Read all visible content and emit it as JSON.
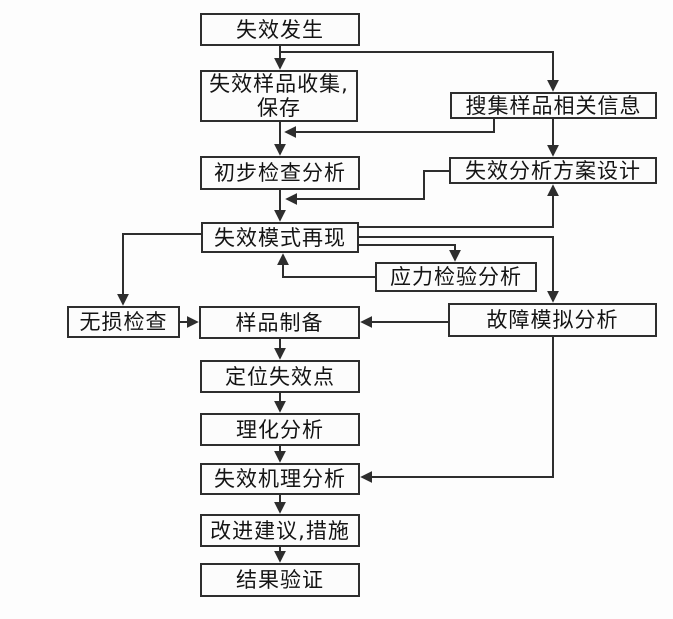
{
  "diagram": {
    "type": "flowchart",
    "language": "zh-CN",
    "colors": {
      "background": "#fdfdfd",
      "box_fill": "#fcfcfc",
      "box_border": "#2e2e2e",
      "line": "#2e2e2e",
      "text": "#141414"
    }
  },
  "nodes": [
    {
      "id": "failure-occurs",
      "label": "失效发生"
    },
    {
      "id": "sample-collection",
      "label": "失效样品收集,",
      "label2": "保存"
    },
    {
      "id": "collect-sample-info",
      "label": "搜集样品相关信息"
    },
    {
      "id": "preliminary-inspection",
      "label": "初步检查分析"
    },
    {
      "id": "analysis-plan-design",
      "label": "失效分析方案设计"
    },
    {
      "id": "failure-mode-reproduction",
      "label": "失效模式再现"
    },
    {
      "id": "stress-test-analysis",
      "label": "应力检验分析"
    },
    {
      "id": "nondestructive-inspection",
      "label": "无损检查"
    },
    {
      "id": "sample-preparation",
      "label": "样品制备"
    },
    {
      "id": "fault-simulation-analysis",
      "label": "故障模拟分析"
    },
    {
      "id": "locate-failure-point",
      "label": "定位失效点"
    },
    {
      "id": "physicochemical-analysis",
      "label": "理化分析"
    },
    {
      "id": "failure-mechanism-analysis",
      "label": "失效机理分析"
    },
    {
      "id": "improvement-suggestions",
      "label": "改进建议,措施"
    },
    {
      "id": "result-verification",
      "label": "结果验证"
    }
  ],
  "edges": [
    {
      "from": "failure-occurs",
      "to": "sample-collection"
    },
    {
      "from": "failure-occurs",
      "to": "collect-sample-info"
    },
    {
      "from": "collect-sample-info",
      "to": "analysis-plan-design"
    },
    {
      "from": "collect-sample-info",
      "to": "preliminary-inspection"
    },
    {
      "from": "sample-collection",
      "to": "preliminary-inspection"
    },
    {
      "from": "preliminary-inspection",
      "to": "failure-mode-reproduction"
    },
    {
      "from": "analysis-plan-design",
      "to": "failure-mode-reproduction"
    },
    {
      "from": "failure-mode-reproduction",
      "to": "analysis-plan-design"
    },
    {
      "from": "failure-mode-reproduction",
      "to": "fault-simulation-analysis"
    },
    {
      "from": "failure-mode-reproduction",
      "to": "stress-test-analysis"
    },
    {
      "from": "stress-test-analysis",
      "to": "failure-mode-reproduction"
    },
    {
      "from": "failure-mode-reproduction",
      "to": "nondestructive-inspection"
    },
    {
      "from": "nondestructive-inspection",
      "to": "sample-preparation"
    },
    {
      "from": "fault-simulation-analysis",
      "to": "sample-preparation"
    },
    {
      "from": "sample-preparation",
      "to": "locate-failure-point"
    },
    {
      "from": "locate-failure-point",
      "to": "physicochemical-analysis"
    },
    {
      "from": "physicochemical-analysis",
      "to": "failure-mechanism-analysis"
    },
    {
      "from": "fault-simulation-analysis",
      "to": "failure-mechanism-analysis"
    },
    {
      "from": "failure-mechanism-analysis",
      "to": "improvement-suggestions"
    },
    {
      "from": "improvement-suggestions",
      "to": "result-verification"
    }
  ]
}
